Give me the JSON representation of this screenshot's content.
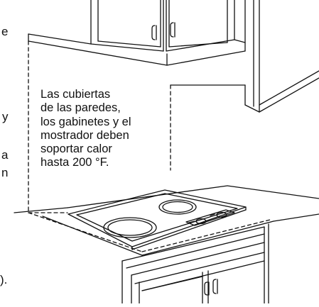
{
  "caption": {
    "lines": [
      "Las cubiertas",
      "de las paredes,",
      "los gabinetes y el",
      "mostrador deben",
      "soportar calor",
      "hasta 200 °F."
    ]
  },
  "edge_text": {
    "left_fragments": [
      "e",
      "y",
      "a",
      "n"
    ],
    "bottom_fragment": ")."
  }
}
